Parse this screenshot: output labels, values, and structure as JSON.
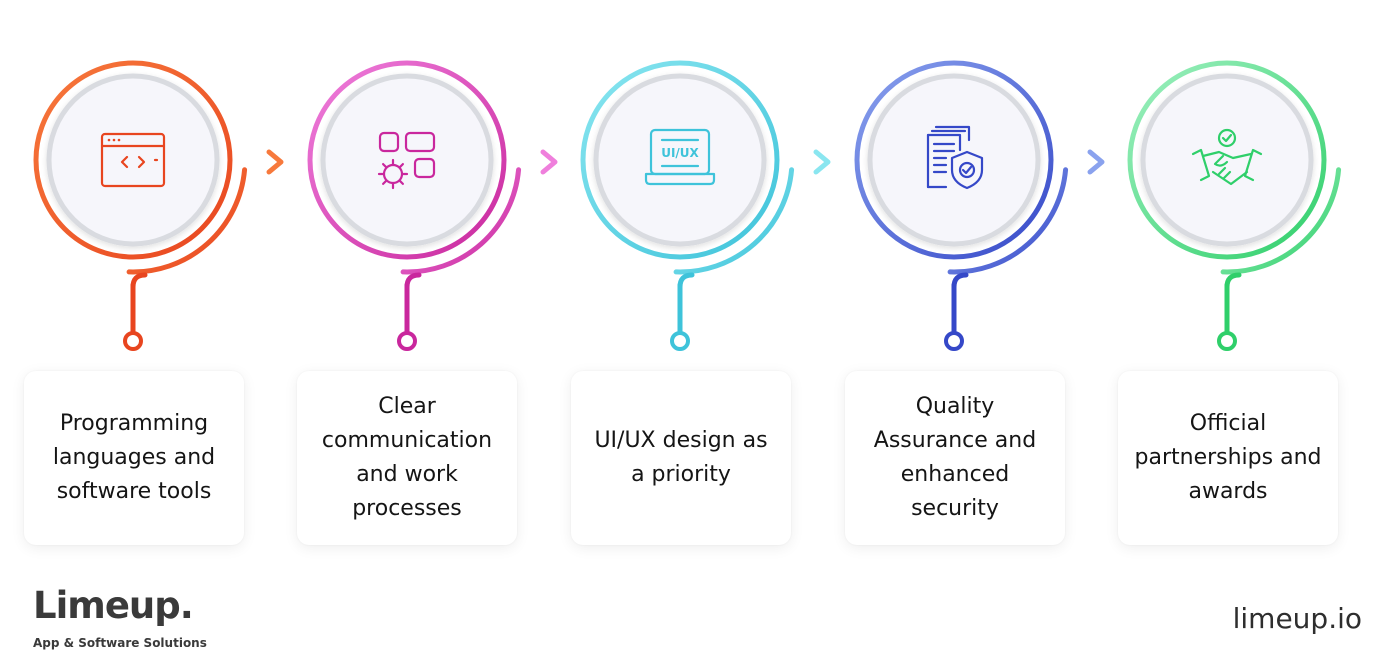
{
  "steps": [
    {
      "label": "Programming languages and software tools",
      "color_start": "#f7793c",
      "color_end": "#e8451f",
      "icon": "code-window-icon"
    },
    {
      "label": "Clear communication and work processes",
      "color_start": "#ef7fdc",
      "color_end": "#c9279d",
      "icon": "modules-gear-icon"
    },
    {
      "label": "UI/UX design as a priority",
      "color_start": "#8ae6f0",
      "color_end": "#3ec3da",
      "icon": "laptop-uiux-icon"
    },
    {
      "label": "Quality Assurance and enhanced security",
      "color_start": "#8aa2ee",
      "color_end": "#3548c8",
      "icon": "documents-shield-icon"
    },
    {
      "label": "Official partnerships and awards",
      "color_start": "#9ff0c0",
      "color_end": "#2fcf6a",
      "icon": "handshake-check-icon"
    }
  ],
  "icon_text": {
    "uiux": "UI/UX"
  },
  "footer": {
    "brand": "Limeup.",
    "tagline": "App & Software Solutions",
    "site": "limeup.io"
  }
}
